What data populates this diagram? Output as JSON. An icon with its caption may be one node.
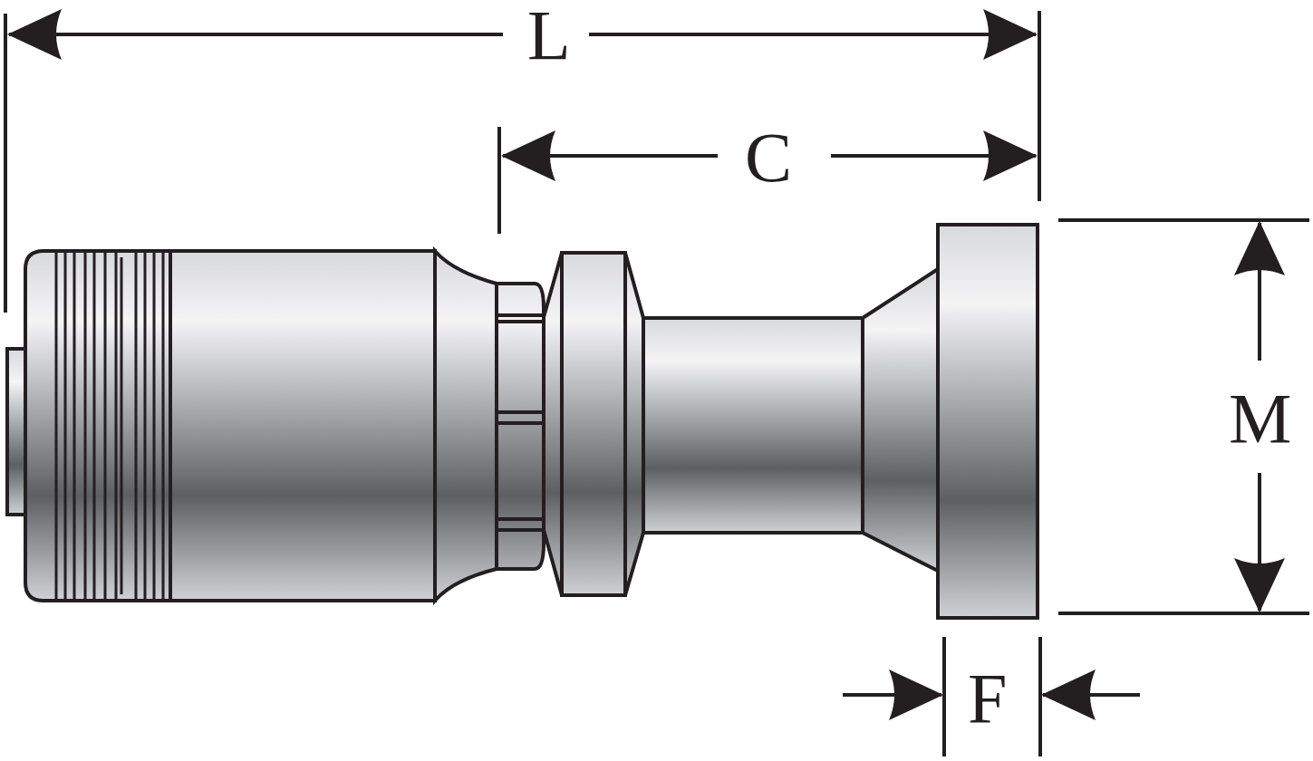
{
  "diagram": {
    "labels": [
      "L",
      "C",
      "M",
      "F"
    ]
  }
}
